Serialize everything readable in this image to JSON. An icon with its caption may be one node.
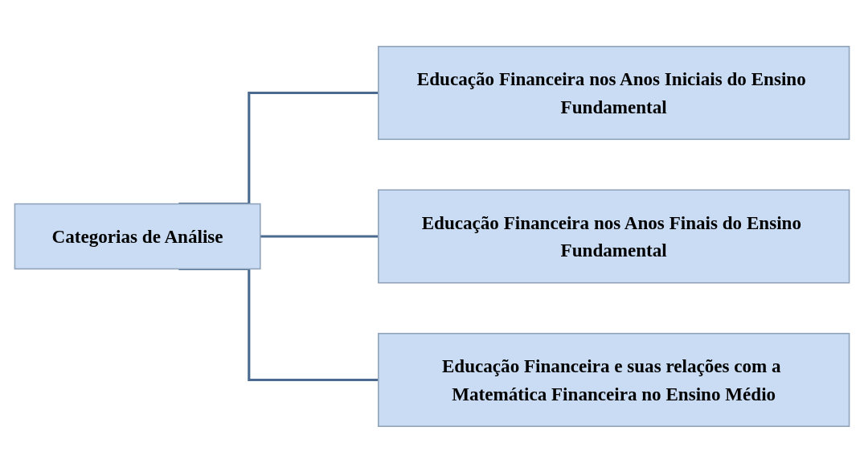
{
  "diagram": {
    "nodes": [
      {
        "text": [
          "Categorias de Análise"
        ]
      },
      {
        "text": [
          "Educação Financeira nos Anos Iniciais do Ensino Fundamental"
        ]
      },
      {
        "text": [
          "Educação Financeira nos Anos Finais do Ensino Fundamental"
        ]
      },
      {
        "text": [
          "Educação Financeira e suas relações com a Matemática Financeira no Ensino Médio"
        ]
      }
    ],
    "edges": [
      {
        "from": 0,
        "to": 1,
        "arrow": "none"
      },
      {
        "from": 0,
        "to": 2,
        "arrow": "none"
      },
      {
        "from": 0,
        "to": 3,
        "arrow": "none"
      }
    ]
  }
}
